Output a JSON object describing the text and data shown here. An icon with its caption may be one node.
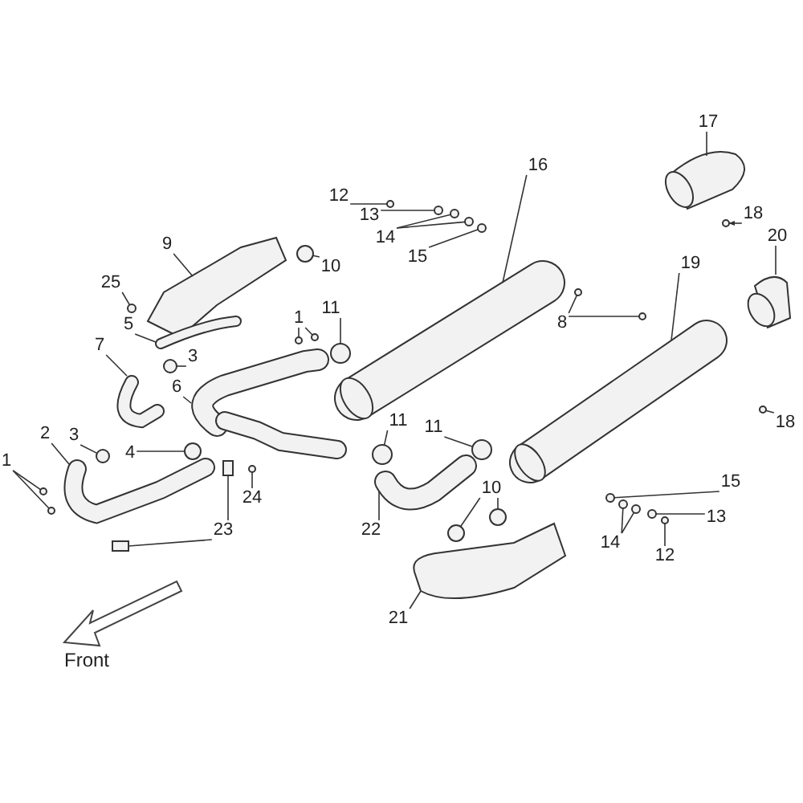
{
  "diagram": {
    "nodes": [
      {
        "text": [
          "17"
        ]
      },
      {
        "text": [
          "16"
        ]
      },
      {
        "text": [
          "12"
        ]
      },
      {
        "text": [
          "18"
        ]
      },
      {
        "text": [
          "13"
        ]
      },
      {
        "text": [
          "20"
        ]
      },
      {
        "text": [
          "14"
        ]
      },
      {
        "text": [
          "9"
        ]
      },
      {
        "text": [
          "15"
        ]
      },
      {
        "text": [
          "19"
        ]
      },
      {
        "text": [
          "10"
        ]
      },
      {
        "text": [
          "25"
        ]
      },
      {
        "text": [
          "8"
        ]
      },
      {
        "text": [
          "11"
        ]
      },
      {
        "text": [
          "1"
        ]
      },
      {
        "text": [
          "5"
        ]
      },
      {
        "text": [
          "7"
        ]
      },
      {
        "text": [
          "3"
        ]
      },
      {
        "text": [
          "6"
        ]
      },
      {
        "text": [
          "11"
        ]
      },
      {
        "text": [
          "18"
        ]
      },
      {
        "text": [
          "15"
        ]
      },
      {
        "text": [
          "11"
        ]
      },
      {
        "text": [
          "3"
        ]
      },
      {
        "text": [
          "13"
        ]
      },
      {
        "text": [
          "2"
        ]
      },
      {
        "text": [
          "4"
        ]
      },
      {
        "text": [
          "1"
        ]
      },
      {
        "text": [
          "14"
        ]
      },
      {
        "text": [
          "24"
        ]
      },
      {
        "text": [
          "12"
        ]
      },
      {
        "text": [
          "10"
        ]
      },
      {
        "text": [
          "23"
        ]
      },
      {
        "text": [
          "22"
        ]
      },
      {
        "text": [
          "21"
        ]
      },
      {
        "text": [],
        "shape": "picture"
      },
      {
        "text": [],
        "shape": "picture"
      },
      {
        "text": [],
        "shape": "circle"
      },
      {
        "text": [],
        "shape": "circle"
      },
      {
        "text": [],
        "shape": "circle"
      },
      {
        "text": [],
        "shape": "picture"
      },
      {
        "text": [],
        "shape": "circle"
      },
      {
        "text": [],
        "shape": "circle"
      },
      {
        "text": [],
        "shape": "picture"
      },
      {
        "text": [],
        "shape": "circle"
      },
      {
        "text": [],
        "shape": "picture"
      },
      {
        "text": [],
        "shape": "circle"
      },
      {
        "text": [],
        "shape": "circle"
      },
      {
        "text": [],
        "shape": "circle"
      },
      {
        "text": [],
        "shape": "circle"
      },
      {
        "text": [],
        "shape": "circle"
      },
      {
        "text": [],
        "shape": "circle"
      },
      {
        "text": [],
        "shape": "circle"
      },
      {
        "text": [],
        "shape": "picture"
      },
      {
        "text": [],
        "shape": "picture"
      },
      {
        "text": [],
        "shape": "circle"
      },
      {
        "text": [],
        "shape": "picture"
      },
      {
        "text": [],
        "shape": "circle"
      },
      {
        "text": [],
        "shape": "circle"
      },
      {
        "text": [],
        "shape": "circle"
      },
      {
        "text": [],
        "shape": "circle"
      },
      {
        "text": [],
        "shape": "circle"
      },
      {
        "text": [],
        "shape": "circle"
      },
      {
        "text": [],
        "shape": "picture"
      },
      {
        "text": [],
        "shape": "circle"
      },
      {
        "text": [],
        "shape": "circle"
      },
      {
        "text": [],
        "shape": "circle"
      },
      {
        "text": [],
        "shape": "circle"
      },
      {
        "text": [],
        "shape": "circle"
      },
      {
        "text": [],
        "shape": "circle"
      },
      {
        "text": [],
        "shape": "circle"
      },
      {
        "text": [],
        "shape": "circle"
      },
      {
        "text": [],
        "shape": "circle"
      },
      {
        "text": [],
        "shape": "box"
      },
      {
        "text": [],
        "shape": "box"
      },
      {
        "text": [],
        "shape": "picture"
      },
      {
        "text": [],
        "shape": "picture"
      }
    ],
    "edges": [
      {
        "from": 0,
        "to": 35,
        "arrow": "none"
      },
      {
        "from": 1,
        "to": 36,
        "arrow": "none"
      },
      {
        "from": 2,
        "to": 37,
        "arrow": "none"
      },
      {
        "from": 3,
        "to": 38,
        "arrow": "to"
      },
      {
        "from": 4,
        "to": 39,
        "arrow": "none"
      },
      {
        "from": 5,
        "to": 40,
        "arrow": "none"
      },
      {
        "from": 6,
        "to": 41,
        "arrow": "none"
      },
      {
        "from": 6,
        "to": 42,
        "arrow": "none"
      },
      {
        "from": 7,
        "to": 43,
        "arrow": "none"
      },
      {
        "from": 8,
        "to": 44,
        "arrow": "none"
      },
      {
        "from": 9,
        "to": 45,
        "arrow": "none"
      },
      {
        "from": 10,
        "to": 46,
        "arrow": "none"
      },
      {
        "from": 11,
        "to": 47,
        "arrow": "none"
      },
      {
        "from": 12,
        "to": 48,
        "arrow": "none"
      },
      {
        "from": 12,
        "to": 49,
        "arrow": "none"
      },
      {
        "from": 13,
        "to": 50,
        "arrow": "none"
      },
      {
        "from": 14,
        "to": 51,
        "arrow": "none"
      },
      {
        "from": 14,
        "to": 52,
        "arrow": "none"
      },
      {
        "from": 15,
        "to": 53,
        "arrow": "none"
      },
      {
        "from": 16,
        "to": 54,
        "arrow": "none"
      },
      {
        "from": 17,
        "to": 55,
        "arrow": "none"
      },
      {
        "from": 18,
        "to": 56,
        "arrow": "none"
      },
      {
        "from": 20,
        "to": 57,
        "arrow": "none"
      },
      {
        "from": 19,
        "to": 58,
        "arrow": "none"
      },
      {
        "from": 21,
        "to": 59,
        "arrow": "none"
      },
      {
        "from": 22,
        "to": 60,
        "arrow": "none"
      },
      {
        "from": 23,
        "to": 61,
        "arrow": "none"
      },
      {
        "from": 24,
        "to": 62,
        "arrow": "none"
      },
      {
        "from": 25,
        "to": 63,
        "arrow": "none"
      },
      {
        "from": 26,
        "to": 64,
        "arrow": "none"
      },
      {
        "from": 27,
        "to": 65,
        "arrow": "none"
      },
      {
        "from": 27,
        "to": 66,
        "arrow": "none"
      },
      {
        "from": 28,
        "to": 67,
        "arrow": "none"
      },
      {
        "from": 28,
        "to": 68,
        "arrow": "none"
      },
      {
        "from": 29,
        "to": 69,
        "arrow": "none"
      },
      {
        "from": 30,
        "to": 70,
        "arrow": "none"
      },
      {
        "from": 31,
        "to": 71,
        "arrow": "none"
      },
      {
        "from": 31,
        "to": 72,
        "arrow": "none"
      },
      {
        "from": 32,
        "to": 73,
        "arrow": "none"
      },
      {
        "from": 32,
        "to": 74,
        "arrow": "none"
      },
      {
        "from": 33,
        "to": 75,
        "arrow": "none"
      },
      {
        "from": 34,
        "to": 76,
        "arrow": "none"
      }
    ],
    "labels": [
      "Front"
    ]
  }
}
